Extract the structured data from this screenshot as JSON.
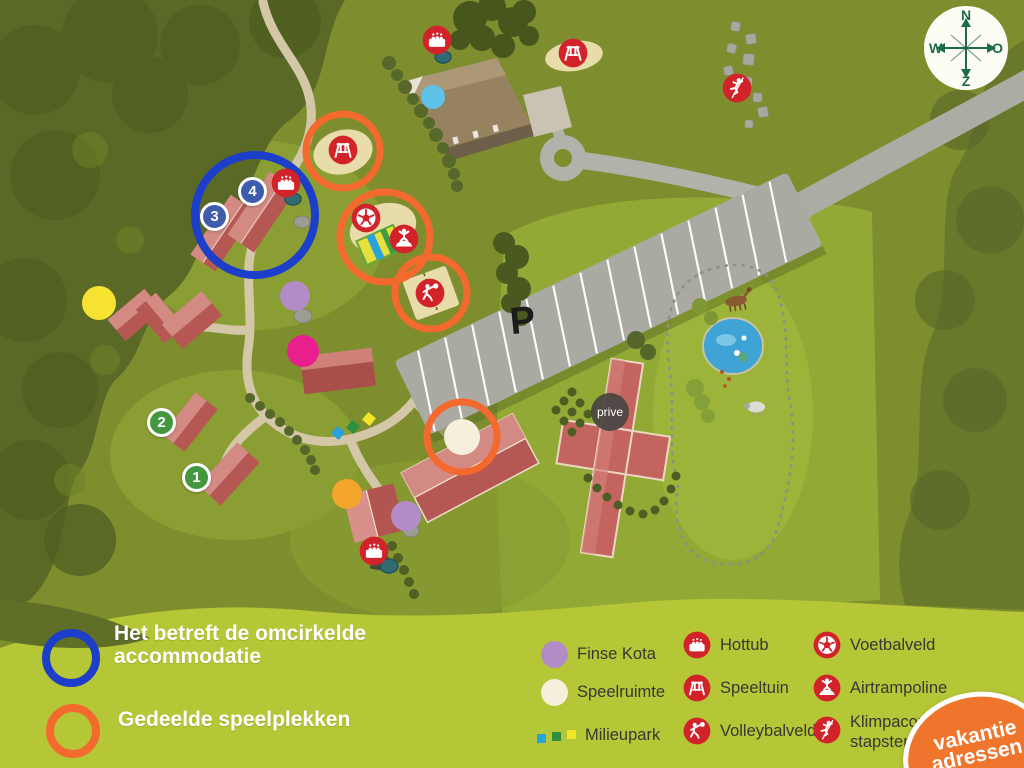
{
  "map": {
    "parking_label": "P",
    "private_label": "prive",
    "badges": [
      {
        "number": "1"
      },
      {
        "number": "2"
      },
      {
        "number": "3"
      },
      {
        "number": "4"
      }
    ]
  },
  "compass": {
    "north": "N",
    "east": "O",
    "south": "Z",
    "west": "W"
  },
  "legend": {
    "circled_accommodation_line1": "Het betreft de omcirkelde",
    "circled_accommodation_line2": "accommodatie",
    "shared_playgrounds": "Gedeelde speelplekken",
    "finse_kota": "Finse Kota",
    "speelruimte": "Speelruimte",
    "milieupark": "Milieupark",
    "hottub": "Hottub",
    "speeltuin": "Speeltuin",
    "volleybalveld": "Volleybalveld",
    "voetbalveld": "Voetbalveld",
    "airtrampoline": "Airtrampoline",
    "klimparcours_line1": "Klimpacours",
    "klimparcours_line2": "stapstenen"
  },
  "logo": {
    "line1": "vakantie",
    "line2": "adressen"
  },
  "colors": {
    "accommodation_circle_blue": "#1c3ec8",
    "shared_play_circle_orange": "#f4692e",
    "marker_red": "#d2232a",
    "finse_kota_purple": "#b28cc6",
    "speelruimte_cream": "#f6efdb",
    "milieupark_blue": "#2aa3dc",
    "milieupark_green": "#2f8f3e",
    "milieupark_yellow": "#f2e427",
    "badge_blue": "#3d5cae",
    "badge_green": "#43973f",
    "legend_band_green": "#b5c636",
    "logo_orange": "#f0752c"
  }
}
